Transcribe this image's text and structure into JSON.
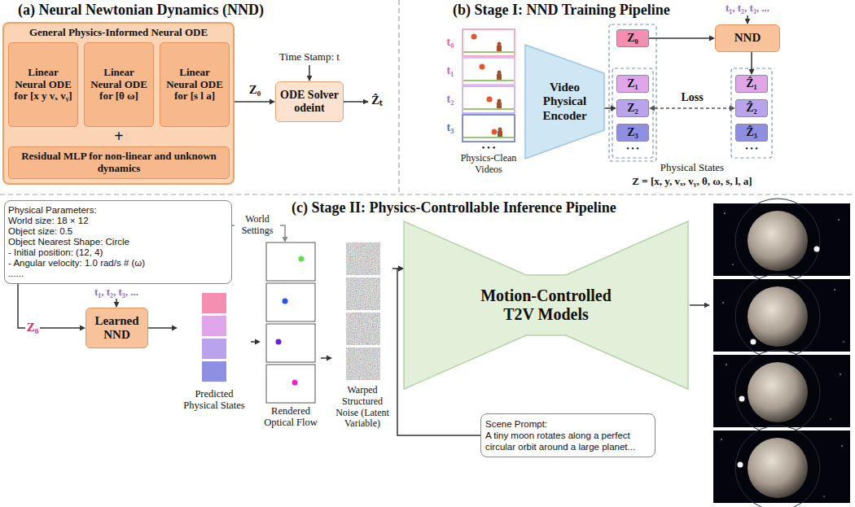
{
  "diagram": {
    "nodes": [
      {
        "text": [
          "General Physics-Informed Neural ODE"
        ]
      },
      {
        "text": [
          "Linear Neural ODE for [x y vₓ vᵧ]"
        ],
        "in": 0
      },
      {
        "text": [
          "Linear Neural ODE for [θ ω]"
        ],
        "in": 0
      },
      {
        "text": [
          "Linear Neural ODE for [s l a]"
        ],
        "in": 0
      },
      {
        "text": [
          "Residual MLP for non-linear and unknown dynamics"
        ],
        "in": 0
      },
      {
        "text": [
          "ODE Solver",
          "odeint"
        ]
      },
      {
        "text": [
          "Video Physical Encoder"
        ]
      },
      {
        "text": [
          "Z₀"
        ]
      },
      {
        "text": [
          "Z₁"
        ]
      },
      {
        "text": [
          "Z₂"
        ]
      },
      {
        "text": [
          "Z₃"
        ]
      },
      {
        "text": [
          "NND"
        ]
      },
      {
        "text": [
          "Ẑ₁"
        ]
      },
      {
        "text": [
          "Ẑ₂"
        ]
      },
      {
        "text": [
          "Ẑ₃"
        ]
      },
      {
        "text": [
          "Physical Parameters:",
          "World size: 18 × 12",
          "Object size: 0.5",
          "Object Nearest Shape: Circle",
          "- Initial position: (12, 4)",
          "- Angular velocity: 1.0 rad/s # (ω)",
          "......"
        ]
      },
      {
        "text": [
          "Learned NND"
        ]
      },
      {
        "text": [
          "Predicted Physical States"
        ]
      },
      {
        "text": [
          "Rendered Optical Flow"
        ]
      },
      {
        "text": [
          "Warped Structured Noise (Latent Variable)"
        ]
      },
      {
        "text": [
          "Motion-Controlled T2V Models"
        ]
      },
      {
        "text": [
          "Scene Prompt:",
          "A tiny moon rotates along a perfect circular orbit around a large planet..."
        ]
      }
    ],
    "edges": [
      {
        "from": 0,
        "to": 5,
        "label": "Z₀",
        "arrow": "to"
      },
      {
        "from": 6,
        "to": 9,
        "arrow": "to"
      },
      {
        "from": 7,
        "to": 11,
        "arrow": "to"
      },
      {
        "from": 11,
        "to": 12,
        "arrow": "to"
      },
      {
        "from": 13,
        "to": 9,
        "label": "Loss",
        "arrow": "both"
      },
      {
        "from": 15,
        "to": 16,
        "label": "Z₀",
        "arrow": "to"
      },
      {
        "from": 16,
        "to": 17,
        "arrow": "to"
      },
      {
        "from": 17,
        "to": 18,
        "arrow": "to"
      },
      {
        "from": 15,
        "to": 18,
        "label": "World Settings",
        "arrow": "to"
      },
      {
        "from": 18,
        "to": 19,
        "arrow": "to"
      },
      {
        "from": 19,
        "to": 20,
        "arrow": "to"
      },
      {
        "from": 21,
        "to": 20,
        "arrow": "to"
      }
    ],
    "labels": [
      "(a) Neural Newtonian Dynamics (NND)",
      "+",
      "Time Stamp: t",
      "Ẑₜ",
      "(b) Stage I: NND Training Pipeline",
      "t₀",
      "t₁",
      "t₂",
      "t₃",
      "• • •",
      "Physics-Clean Videos",
      "• • •",
      "• • •",
      "t₁, t₂, t₃, ...",
      "Physical States",
      "Z = [x, y, vₓ, vᵧ, θ, ω, s, l, a]",
      "(c) Stage II: Physics-Controllable Inference Pipeline",
      "t₁, t₂, t₃, ..."
    ]
  }
}
